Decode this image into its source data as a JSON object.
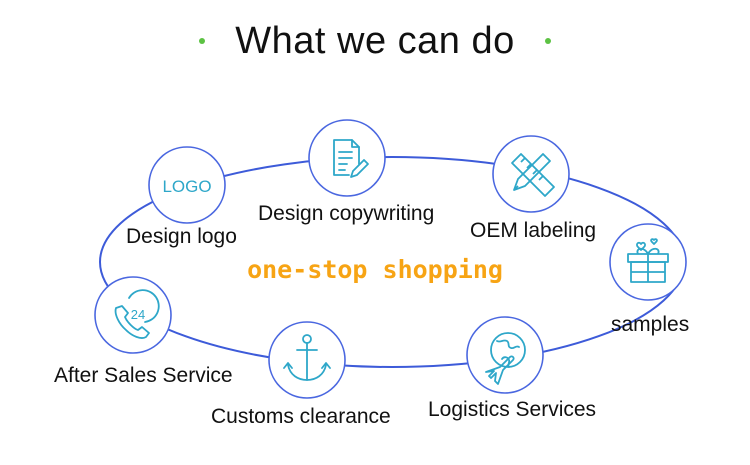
{
  "title": "What we can do",
  "center_label": "one-stop shopping",
  "colors": {
    "ring": "#3d5bd9",
    "node_border": "#4a67e0",
    "icon": "#2ea7c9",
    "accent_text": "#f7a414",
    "bullet": "#5cc243"
  },
  "nodes": [
    {
      "label": "Design logo",
      "icon": "logo-text-icon",
      "icon_text": "LOGO"
    },
    {
      "label": "Design copywriting",
      "icon": "document-pen-icon"
    },
    {
      "label": "OEM labeling",
      "icon": "ruler-pencil-icon"
    },
    {
      "label": "samples",
      "icon": "gift-box-icon"
    },
    {
      "label": "Logistics Services",
      "icon": "globe-plane-icon"
    },
    {
      "label": "Customs clearance",
      "icon": "anchor-icon"
    },
    {
      "label": "After Sales Service",
      "icon": "phone-24-icon",
      "icon_text": "24"
    }
  ]
}
